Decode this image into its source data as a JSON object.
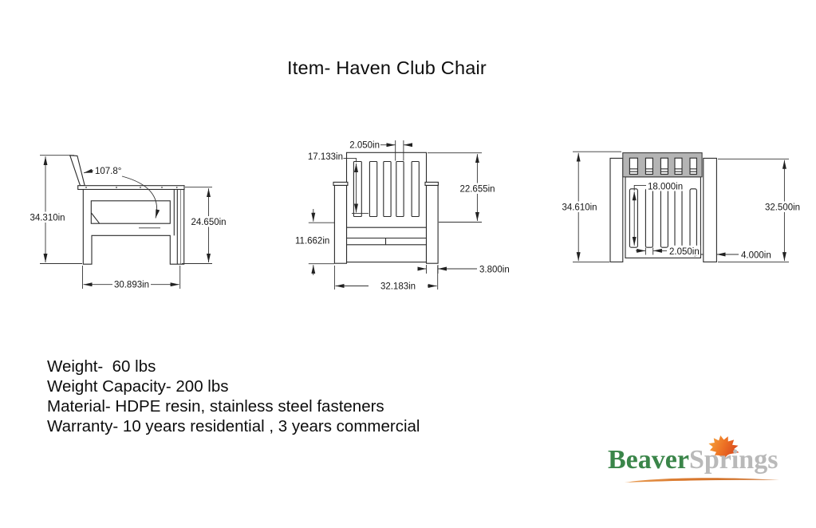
{
  "title": "Item- Haven Club Chair",
  "views": {
    "side": {
      "dims": {
        "overall_height": "34.310in",
        "back_angle": "107.8°",
        "arm_height": "24.650in",
        "depth": "30.893in"
      }
    },
    "front": {
      "dims": {
        "slat_width": "2.050in",
        "slat_height": "17.133in",
        "back_height": "22.655in",
        "seat_height": "11.662in",
        "arm_width": "3.800in",
        "overall_width": "32.183in"
      }
    },
    "back": {
      "dims": {
        "overall_height": "34.610in",
        "slat_height": "18.000in",
        "slat_width": "2.050in",
        "side_thickness": "4.000in",
        "side_height": "32.500in"
      }
    }
  },
  "specs": {
    "lines": [
      "Weight-  60 lbs",
      "Weight Capacity- 200 lbs",
      "Material- HDPE resin, stainless steel fasteners",
      "Warranty- 10 years residential , 3 years commercial"
    ]
  },
  "logo": {
    "part1": "Beaver",
    "part2": "Springs"
  },
  "colors": {
    "line": "#2a2a2a",
    "dim_line": "#333333",
    "gray_fill": "#b4b4b4",
    "logo_green": "#3a8549",
    "logo_gray": "#b9b9b9",
    "leaf_orange": "#e8641f",
    "swoosh_orange": "#d9782e"
  }
}
